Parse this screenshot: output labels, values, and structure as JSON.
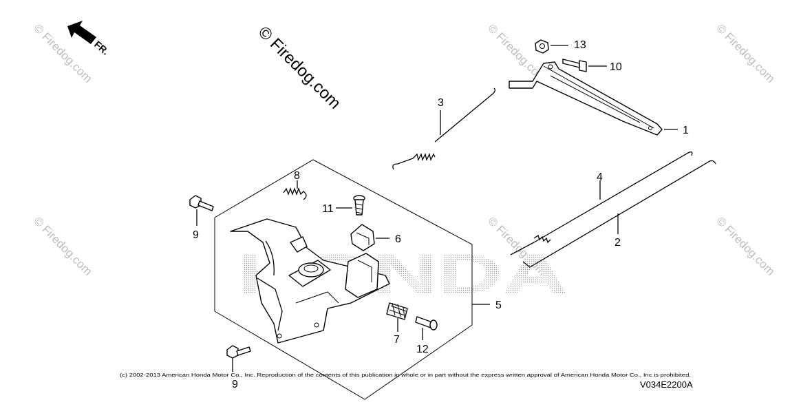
{
  "diagram": {
    "direction_label": "FR.",
    "brand_watermark": "HONDA",
    "watermark_main": "© Firedog.com",
    "watermark_repeat": "© Firedog.com",
    "copyright": "(c) 2002-2013 American Honda Motor Co., Inc. Reproduction of the contents of this publication in whole or in part without the express written approval of American Honda Motor Co., Inc is prohibited.",
    "diagram_code": "V034E2200A",
    "callouts": {
      "c1": "1",
      "c2": "2",
      "c3": "3",
      "c4": "4",
      "c5": "5",
      "c6": "6",
      "c7": "7",
      "c8": "8",
      "c9a": "9",
      "c9b": "9",
      "c10": "10",
      "c11": "11",
      "c12": "12",
      "c13": "13"
    }
  }
}
